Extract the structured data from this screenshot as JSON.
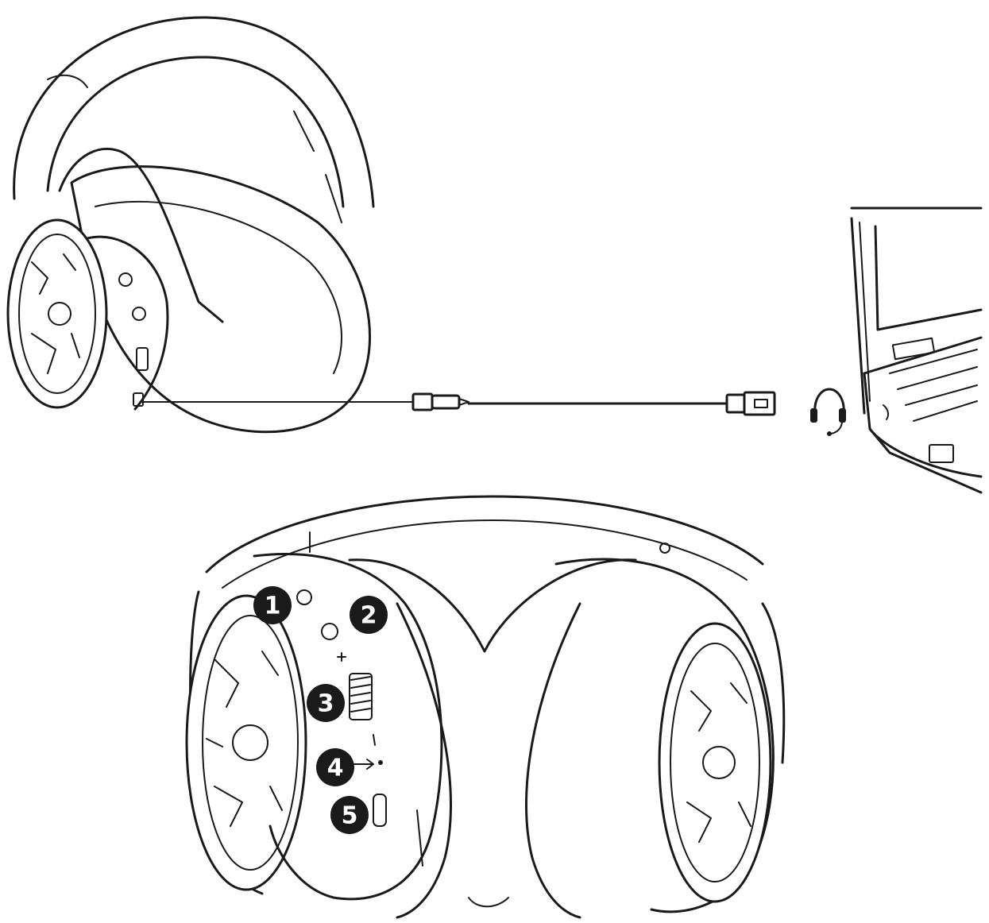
{
  "callouts": [
    {
      "label": "1",
      "part": "power-button"
    },
    {
      "label": "2",
      "part": "mic-mute-button"
    },
    {
      "label": "3",
      "part": "volume-wheel"
    },
    {
      "label": "4",
      "part": "audio-jack"
    },
    {
      "label": "5",
      "part": "usb-c-port"
    }
  ],
  "colors": {
    "line": "#1a1a1a",
    "background": "#ffffff",
    "callout_fill": "#1a1a1a",
    "callout_text": "#ffffff"
  },
  "icons": [
    "headset-icon"
  ]
}
